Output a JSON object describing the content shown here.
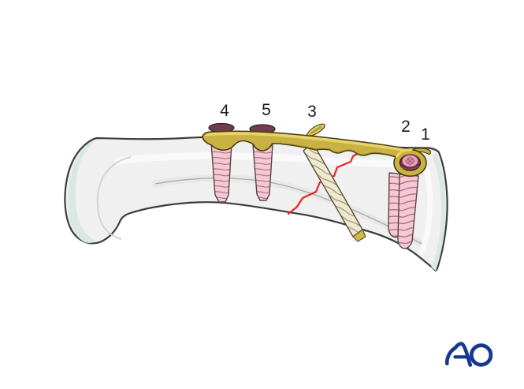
{
  "figure": {
    "labels": {
      "screw_1": "1",
      "screw_2": "2",
      "screw_3": "3",
      "screw_4": "4",
      "screw_5": "5"
    },
    "logo": {
      "text": "AO"
    },
    "colors": {
      "background": "#ffffff",
      "bone_fill": "#f0f0f0",
      "bone_outline": "#3d3d3d",
      "bone_inner_line": "#a9a9a9",
      "bone_highlight": "#fafafa",
      "cartilage": "#d9e8e2",
      "plate_gold": "#c9b243",
      "plate_gold_light": "#e7d468",
      "plate_gold_dark": "#8f7a25",
      "plate_outline": "#4a3c10",
      "screw_pink": "#f6c8d4",
      "screw_pink_ridge": "#a8707f",
      "screw_outline": "#57454a",
      "screw_head_maroon": "#6f3d4d",
      "lag_screw_beige": "#f0e9d2",
      "lag_ridge": "#9a8f6f",
      "lag_outline": "#57513c",
      "lag_tip_gold": "#d4b945",
      "ring_hole_maroon": "#5d2c3d",
      "ring_head_pink": "#e9a2b8",
      "fracture_red": "#e8211c",
      "ao_blue": "#16398f",
      "label_color": "#1a1a1a"
    }
  }
}
